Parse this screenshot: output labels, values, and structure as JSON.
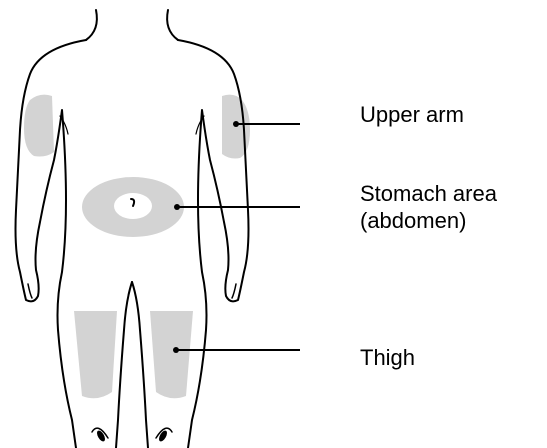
{
  "labels": {
    "upper_arm": "Upper arm",
    "stomach_line1": "Stomach area",
    "stomach_line2": "(abdomen)",
    "thigh": "Thigh"
  },
  "colors": {
    "outline": "#000000",
    "injection_zone": "#d3d3d3",
    "background": "#ffffff"
  }
}
